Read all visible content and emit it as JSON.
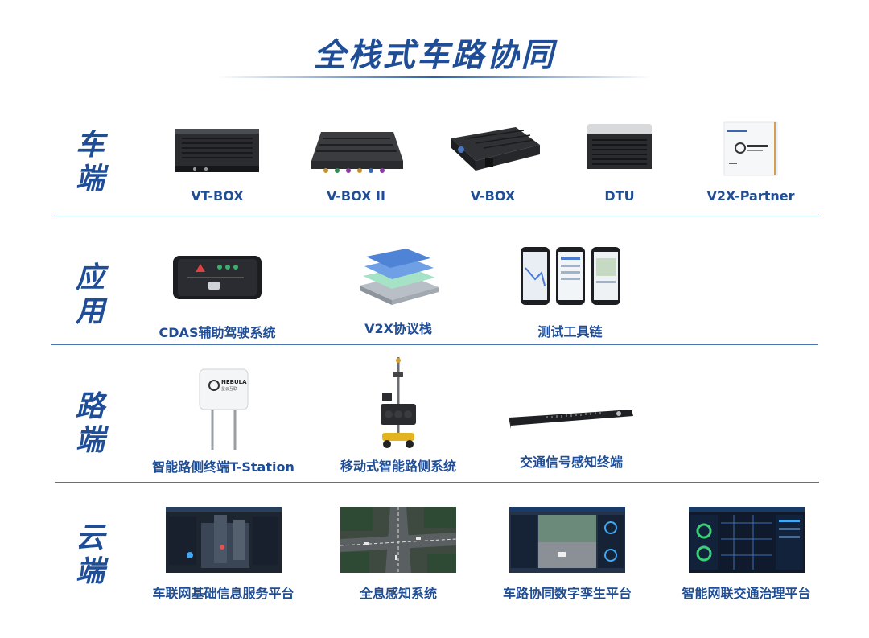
{
  "title": "全栈式车路协同",
  "rows": {
    "vehicle": {
      "label": "车端",
      "items": [
        "VT-BOX",
        "V-BOX II",
        "V-BOX",
        "DTU",
        "V2X-Partner"
      ]
    },
    "application": {
      "label": "应用",
      "items": [
        "CDAS辅助驾驶系统",
        "V2X协议栈",
        "测试工具链"
      ]
    },
    "road": {
      "label": "路端",
      "items": [
        "智能路侧终端T-Station",
        "移动式智能路侧系统",
        "交通信号感知终端"
      ]
    },
    "cloud": {
      "label": "云端",
      "items": [
        "车联网基础信息服务平台",
        "全息感知系统",
        "车路协同数字孪生平台",
        "智能网联交通治理平台"
      ]
    }
  },
  "logo_text": {
    "brand": "NEBULA",
    "sub": "星云互联"
  },
  "colors": {
    "accent": "#1f4e96",
    "line": "#4a73b0"
  }
}
